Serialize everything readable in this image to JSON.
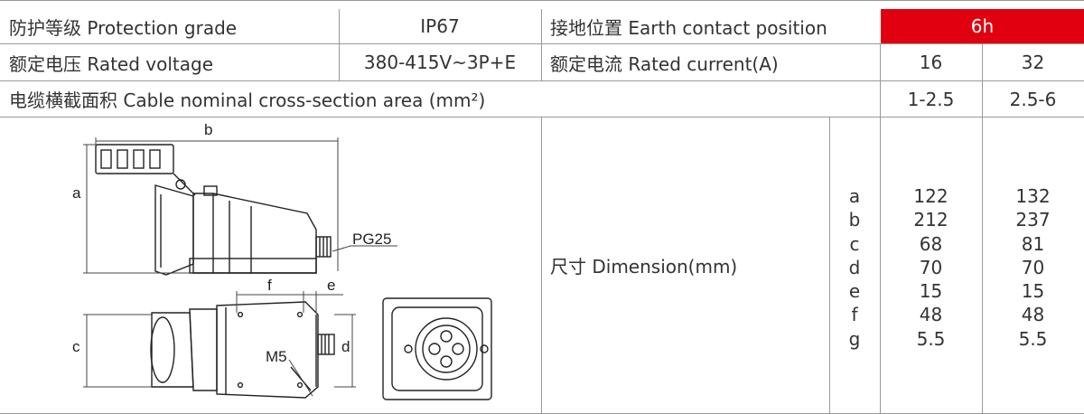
{
  "row1": {
    "protection_label": "防护等级 Protection grade",
    "protection_value": "IP67",
    "earth_label": "接地位置 Earth contact position",
    "earth_value": "6h"
  },
  "row2": {
    "voltage_label": "额定电压 Rated voltage",
    "voltage_value": "380-415V~3P+E",
    "current_label": "额定电流 Rated current(A)",
    "current_values": [
      "16",
      "32"
    ]
  },
  "row3": {
    "cable_label": "电缆横截面积 Cable nominal cross-section area (mm²)",
    "cable_values": [
      "1-2.5",
      "2.5-6"
    ]
  },
  "dimension": {
    "label": "尺寸 Dimension(mm)",
    "letters": [
      "a",
      "b",
      "c",
      "d",
      "e",
      "f",
      "g"
    ],
    "values_16": [
      "122",
      "212",
      "68",
      "70",
      "15",
      "48",
      "5.5"
    ],
    "values_32": [
      "132",
      "237",
      "81",
      "70",
      "15",
      "48",
      "5.5"
    ]
  },
  "drawing": {
    "labels": {
      "a": "a",
      "b": "b",
      "c": "c",
      "d": "d",
      "e": "e",
      "f": "f",
      "pg": "PG25",
      "m": "M5"
    }
  },
  "colors": {
    "accent": "#e1000f",
    "grid": "#999999",
    "text": "#333333"
  }
}
